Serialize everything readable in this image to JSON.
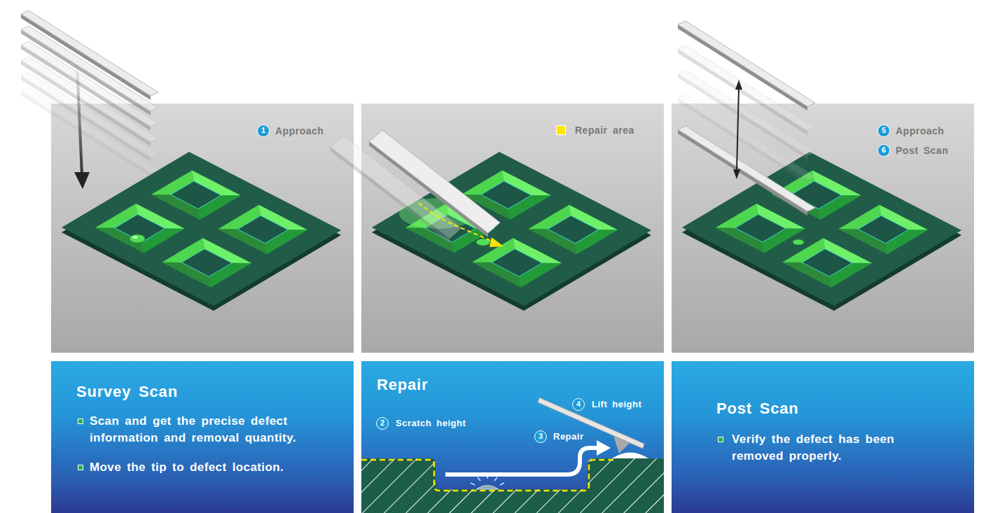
{
  "diagram": {
    "nodes": [
      {
        "text": [
          "Survey Scan",
          "Scan and get the precise defect information and removal quantity.",
          "Move the tip to defect location."
        ]
      },
      {
        "text": [
          "Repair"
        ]
      },
      {
        "text": [
          "Post Scan",
          "Verify the defect has been removed properly."
        ]
      }
    ],
    "labels": [
      "1",
      "Approach",
      "2",
      "Scratch height",
      "3",
      "Repair",
      "4",
      "Lift height",
      "5",
      "Approach",
      "6",
      "Post Scan"
    ],
    "legend": [
      {
        "text": "Repair area",
        "color": "#ffe600"
      }
    ]
  }
}
